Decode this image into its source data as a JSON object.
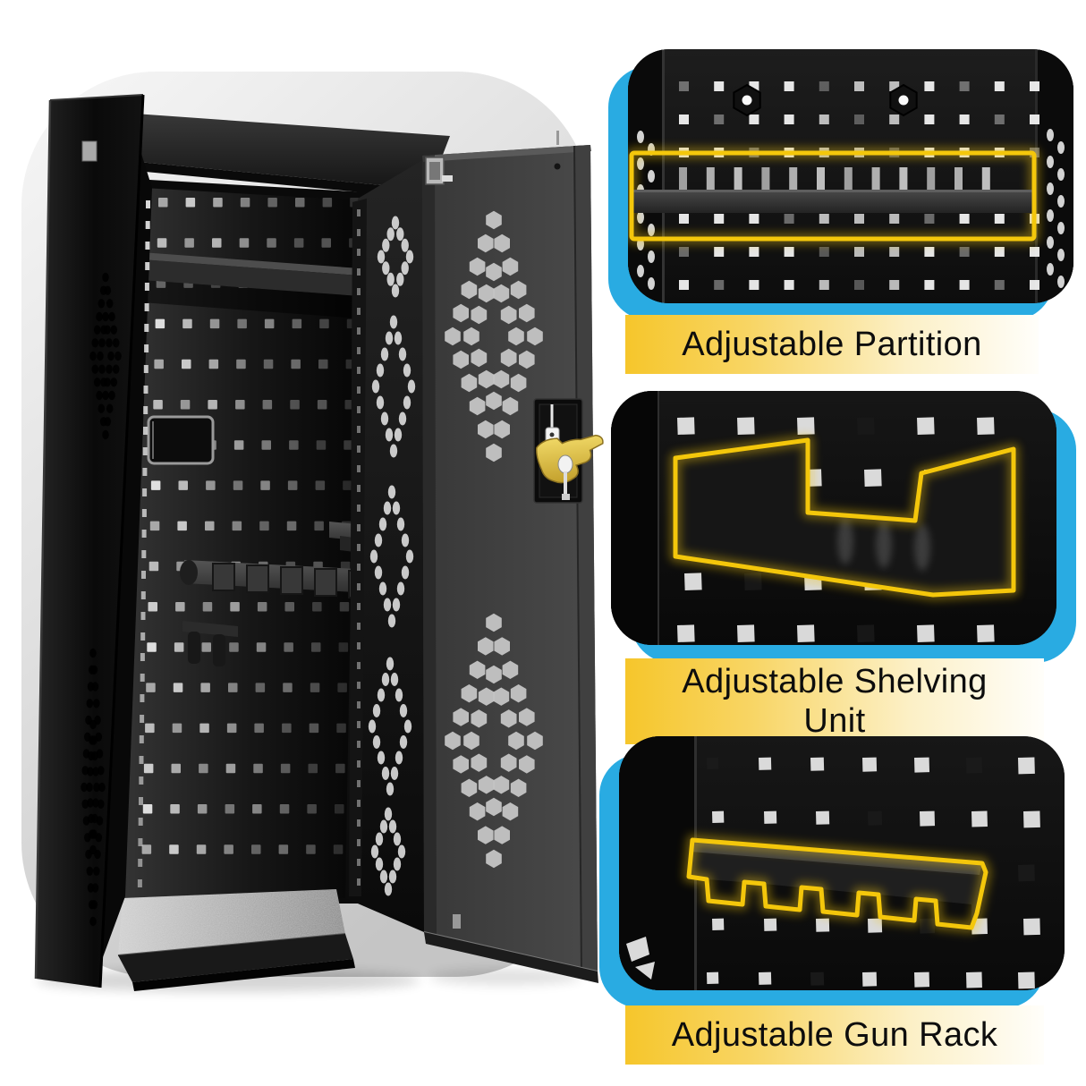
{
  "image_type": "product-feature-graphic",
  "features": [
    {
      "id": "partition",
      "label": "Adjustable Partition",
      "label_lines": [
        "Adjustable Partition"
      ]
    },
    {
      "id": "shelving",
      "label": "Adjustable Shelving Unit",
      "label_lines": [
        "Adjustable Shelving",
        "Unit"
      ]
    },
    {
      "id": "gun-rack",
      "label": "Adjustable Gun Rack",
      "label_lines": [
        "Adjustable Gun Rack"
      ]
    }
  ],
  "colors": {
    "accent_blue": "#29ABE2",
    "highlight_yellow": "#F4C70B",
    "label_gradient_left": "#F6C62B",
    "label_gradient_right": "#FFFEFA",
    "label_text": "#0D0D0D",
    "cabinet_black": "#141414",
    "background_blob_gray": "#D9D9D9",
    "carpet_gray": "#B5B5B5",
    "gold_key": "#D9B64A"
  }
}
